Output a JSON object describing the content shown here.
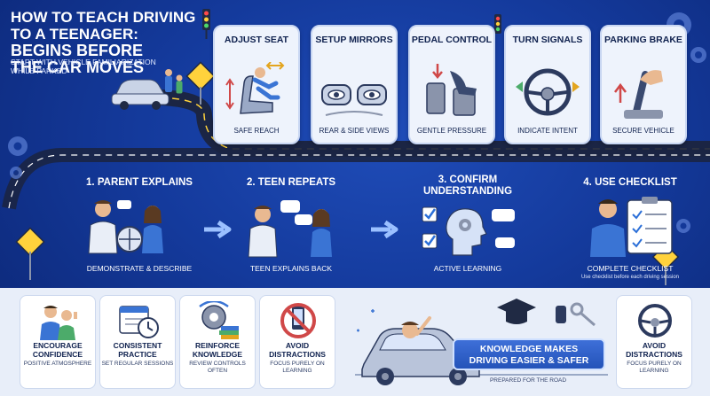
{
  "header": {
    "title_line1": "HOW TO TEACH DRIVING",
    "title_line2": "TO A TEENAGER:",
    "title_line3": "BEGINS BEFORE",
    "title_line4": "THE CAR MOVES",
    "subtitle": "START WITH VEHICLE FAMILIARIZATION WHILE PARKED"
  },
  "cards": [
    {
      "title": "ADJUST SEAT",
      "caption": "SAFE REACH",
      "icon": "seat-icon"
    },
    {
      "title": "SETUP MIRRORS",
      "caption": "REAR & SIDE VIEWS",
      "icon": "mirrors-icon"
    },
    {
      "title": "PEDAL CONTROL",
      "caption": "GENTLE PRESSURE",
      "icon": "pedal-icon"
    },
    {
      "title": "TURN SIGNALS",
      "caption": "INDICATE INTENT",
      "icon": "steering-wheel-icon"
    },
    {
      "title": "PARKING BRAKE",
      "caption": "SECURE VEHICLE",
      "icon": "parking-brake-icon"
    }
  ],
  "steps": [
    {
      "title": "1. PARENT EXPLAINS",
      "caption": "DEMONSTRATE & DESCRIBE"
    },
    {
      "title": "2. TEEN REPEATS",
      "caption": "TEEN EXPLAINS BACK"
    },
    {
      "title": "3. CONFIRM UNDERSTANDING",
      "caption": "ACTIVE LEARNING"
    },
    {
      "title": "4. USE CHECKLIST",
      "caption": "COMPLETE CHECKLIST",
      "note": "Use checklist before each driving session"
    }
  ],
  "tips": [
    {
      "title": "ENCOURAGE CONFIDENCE",
      "sub": "POSITIVE ATMOSPHERE",
      "icon": "family-thumbs-up-icon"
    },
    {
      "title": "CONSISTENT PRACTICE",
      "sub": "SET REGULAR SESSIONS",
      "icon": "calendar-clock-icon"
    },
    {
      "title": "REINFORCE KNOWLEDGE",
      "sub": "REVIEW CONTROLS OFTEN",
      "icon": "gear-books-icon"
    },
    {
      "title": "AVOID DISTRACTIONS",
      "sub": "FOCUS PURELY ON LEARNING",
      "icon": "no-phone-icon"
    },
    {
      "title": "AVOID DISTRACTIONS",
      "sub": "FOCUS PURELY ON LEARNING",
      "icon": "steering-wheel-icon"
    }
  ],
  "banner": {
    "line1": "KNOWLEDGE MAKES",
    "line2": "DRIVING EASIER & SAFER"
  },
  "prepared": "PREPARED FOR THE ROAD",
  "colors": {
    "background": "#143a9c",
    "card": "#eef3fc",
    "band": "#e8eef9",
    "accent": "#2453b9",
    "text_dark": "#10224f"
  }
}
